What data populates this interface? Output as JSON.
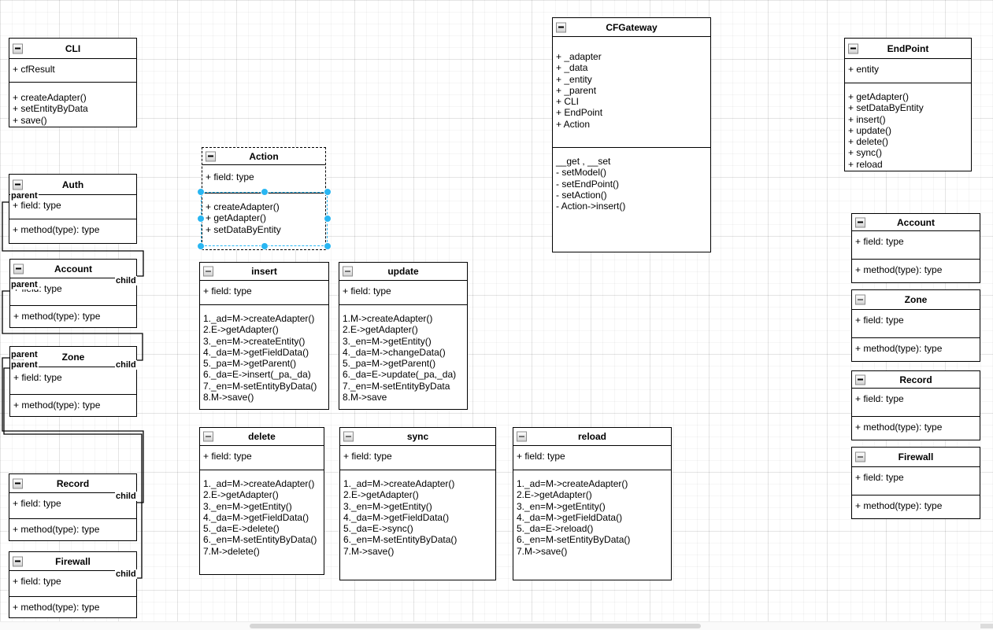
{
  "diagram": {
    "edge_labels": {
      "parent": "parent",
      "child": "child"
    },
    "colors": {
      "selection_handle": "#29b6f2",
      "border": "#000000",
      "canvas": "#ffffff"
    },
    "classes": {
      "cli": {
        "title": "CLI",
        "attributes": [
          "+ cfResult"
        ],
        "methods": [
          "+ createAdapter()",
          "+ setEntityByData",
          "+ save()"
        ]
      },
      "auth": {
        "title": "Auth",
        "attributes": [
          "+ field: type"
        ],
        "methods": [
          "+ method(type): type"
        ]
      },
      "account_left": {
        "title": "Account",
        "attributes": [
          "+ field: type"
        ],
        "methods": [
          "+ method(type): type"
        ]
      },
      "zone_left": {
        "title": "Zone",
        "attributes": [
          "+ field: type"
        ],
        "methods": [
          "+ method(type): type"
        ]
      },
      "record_left": {
        "title": "Record",
        "attributes": [
          "+ field: type"
        ],
        "methods": [
          "+ method(type): type"
        ]
      },
      "firewall_left": {
        "title": "Firewall",
        "attributes": [
          "+ field: type"
        ],
        "methods": [
          "+ method(type): type"
        ]
      },
      "action": {
        "title": "Action",
        "attributes": [
          "+ field: type"
        ],
        "methods": [
          "+ createAdapter()",
          "+ getAdapter()",
          "+ setDataByEntity"
        ]
      },
      "insert": {
        "title": "insert",
        "attributes": [
          "+ field: type"
        ],
        "methods": [
          "1._ad=M->createAdapter()",
          "2.E->getAdapter()",
          "3._en=M->createEntity()",
          "4._da=M->getFieldData()",
          "5._pa=M->getParent()",
          "6._da=E->insert(_pa,_da)",
          "7._en=M-setEntityByData()",
          "8.M->save()"
        ]
      },
      "update": {
        "title": "update",
        "attributes": [
          "+ field: type"
        ],
        "methods": [
          "1.M->createAdapter()",
          "2.E->getAdapter()",
          "3._en=M->getEntity()",
          "4._da=M->changeData()",
          "5._pa=M->getParent()",
          "6._da=E->update(_pa,_da)",
          "7._en=M-setEntityByData",
          "8.M->save"
        ]
      },
      "delete": {
        "title": "delete",
        "attributes": [
          "+ field: type"
        ],
        "methods": [
          "1._ad=M->createAdapter()",
          "2.E->getAdapter()",
          "3._en=M->getEntity()",
          "4._da=M->getFieldData()",
          "5._da=E->delete()",
          "6._en=M-setEntityByData()",
          "7.M->delete()"
        ]
      },
      "sync": {
        "title": "sync",
        "attributes": [
          "+ field: type"
        ],
        "methods": [
          "1._ad=M->createAdapter()",
          "2.E->getAdapter()",
          "3._en=M->getEntity()",
          "4._da=M->getFieldData()",
          "5._da=E->sync()",
          "6._en=M-setEntityByData()",
          "7.M->save()"
        ]
      },
      "reload": {
        "title": "reload",
        "attributes": [
          "+ field: type"
        ],
        "methods": [
          "1._ad=M->createAdapter()",
          "2.E->getAdapter()",
          "3._en=M->getEntity()",
          "4._da=M->getFieldData()",
          "5._da=E->reload()",
          "6._en=M-setEntityByData()",
          "7.M->save()"
        ]
      },
      "cfgateway": {
        "title": "CFGateway",
        "attributes": [
          "+ _adapter",
          "+ _data",
          "+ _entity",
          "+ _parent",
          "+ CLI",
          "+ EndPoint",
          "+ Action"
        ],
        "methods": [
          "__get , __set",
          "- setModel()",
          "- setEndPoint()",
          "- setAction()",
          "- Action->insert()"
        ]
      },
      "endpoint": {
        "title": "EndPoint",
        "attributes": [
          "+ entity"
        ],
        "methods": [
          "+ getAdapter()",
          "+ setDataByEntity",
          "+ insert()",
          "+ update()",
          "+ delete()",
          "+ sync()",
          "+ reload"
        ]
      },
      "account_right": {
        "title": "Account",
        "attributes": [
          "+ field: type"
        ],
        "methods": [
          "+ method(type): type"
        ]
      },
      "zone_right": {
        "title": "Zone",
        "attributes": [
          "+ field: type"
        ],
        "methods": [
          "+ method(type): type"
        ]
      },
      "record_right": {
        "title": "Record",
        "attributes": [
          "+ field: type"
        ],
        "methods": [
          "+ method(type): type"
        ]
      },
      "firewall_right": {
        "title": "Firewall",
        "attributes": [
          "+ field: type"
        ],
        "methods": [
          "+ method(type): type"
        ]
      }
    }
  }
}
